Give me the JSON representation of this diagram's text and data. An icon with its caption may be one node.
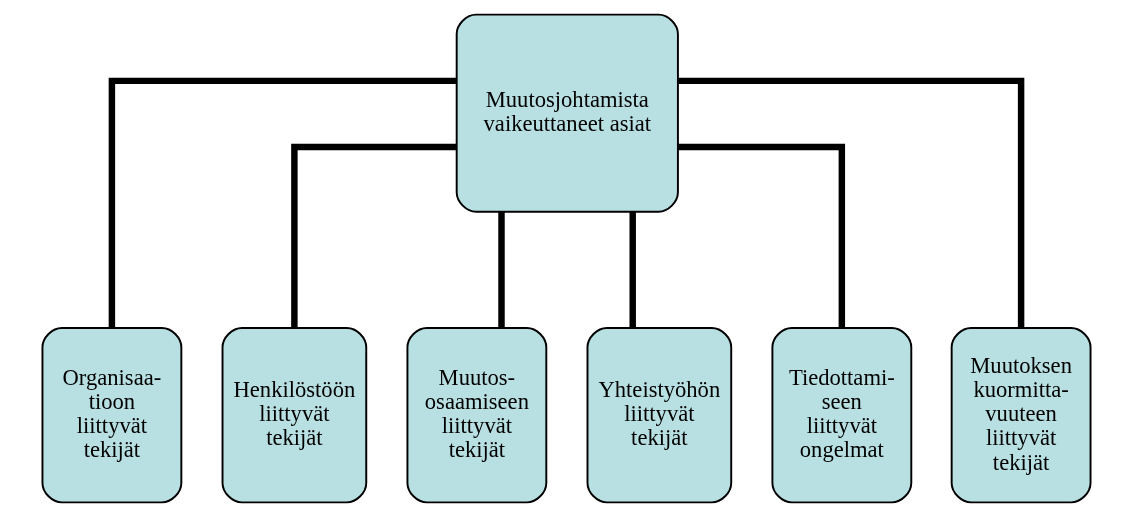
{
  "diagram": {
    "nodes": [
      {
        "text": [
          "Muutosjohtamista vaikeuttaneet asiat"
        ]
      },
      {
        "text": [
          "Organisaa- tioon liittyvät tekijät"
        ]
      },
      {
        "text": [
          "Henkilöstöön liittyvät tekijät"
        ]
      },
      {
        "text": [
          "Muutos- osaamiseen liittyvät tekijät"
        ]
      },
      {
        "text": [
          "Yhteistyöhön liittyvät tekijät"
        ]
      },
      {
        "text": [
          "Tiedottami- seen liittyvät ongelmat"
        ]
      },
      {
        "text": [
          "Muutoksen kuormitta- vuuteen liittyvät tekijät"
        ]
      }
    ],
    "edges": [
      {
        "from": 0,
        "to": 1,
        "arrow": "none"
      },
      {
        "from": 0,
        "to": 2,
        "arrow": "none"
      },
      {
        "from": 0,
        "to": 3,
        "arrow": "none"
      },
      {
        "from": 0,
        "to": 4,
        "arrow": "none"
      },
      {
        "from": 0,
        "to": 5,
        "arrow": "none"
      },
      {
        "from": 0,
        "to": 6,
        "arrow": "none"
      }
    ]
  }
}
